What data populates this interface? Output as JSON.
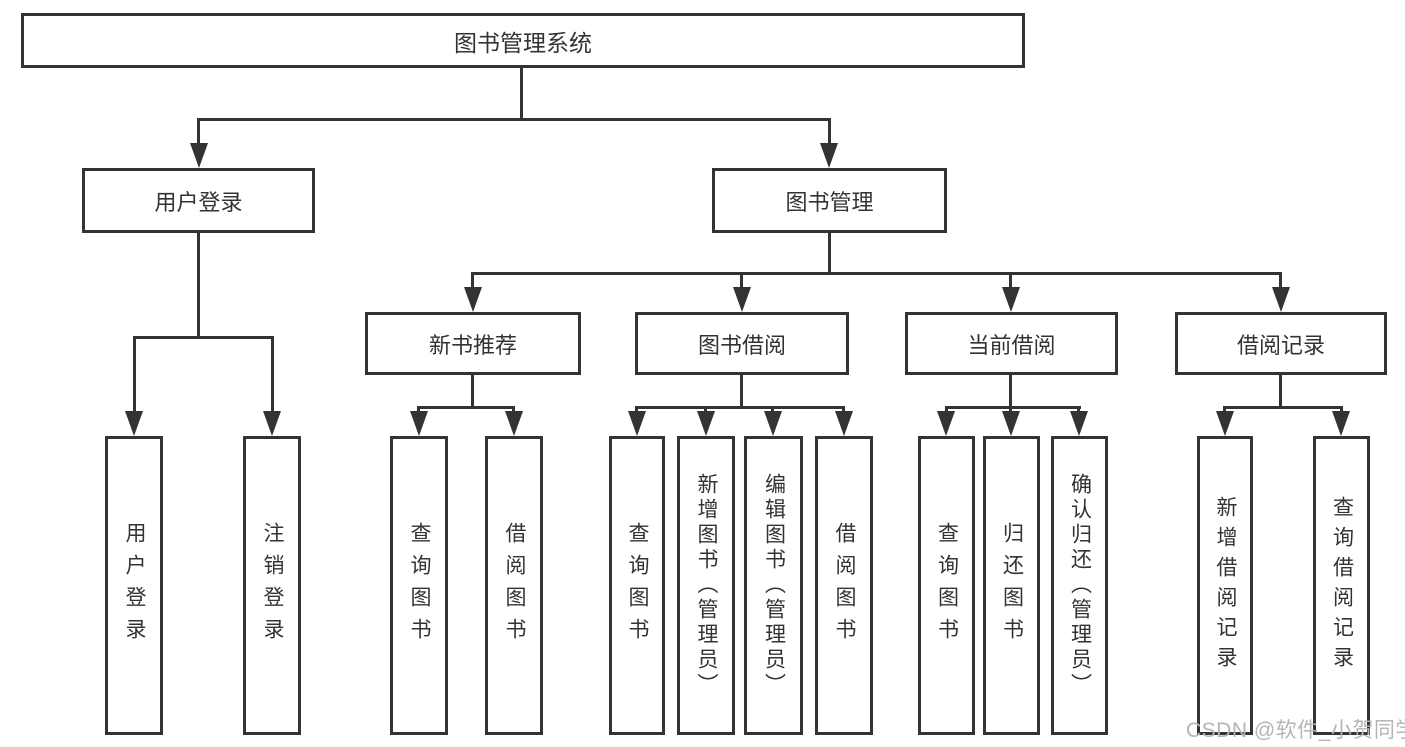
{
  "tree": {
    "label": "图书管理系统",
    "children": [
      {
        "label": "用户登录",
        "children": [
          {
            "label": "用户登录"
          },
          {
            "label": "注销登录"
          }
        ]
      },
      {
        "label": "图书管理",
        "children": [
          {
            "label": "新书推荐",
            "children": [
              {
                "label": "查询图书"
              },
              {
                "label": "借阅图书"
              }
            ]
          },
          {
            "label": "图书借阅",
            "children": [
              {
                "label": "查询图书"
              },
              {
                "label": "新增图书（管理员）"
              },
              {
                "label": "编辑图书（管理员）"
              },
              {
                "label": "借阅图书"
              }
            ]
          },
          {
            "label": "当前借阅",
            "children": [
              {
                "label": "查询图书"
              },
              {
                "label": "归还图书"
              },
              {
                "label": "确认归还（管理员）"
              }
            ]
          },
          {
            "label": "借阅记录",
            "children": [
              {
                "label": "新增借阅记录"
              },
              {
                "label": "查询借阅记录"
              }
            ]
          }
        ]
      }
    ]
  },
  "watermark": "CSDN @软件_小贺同学",
  "colors": {
    "line": "#333333",
    "box_fill": "#ffffff",
    "watermark": "#b5b5b5"
  }
}
